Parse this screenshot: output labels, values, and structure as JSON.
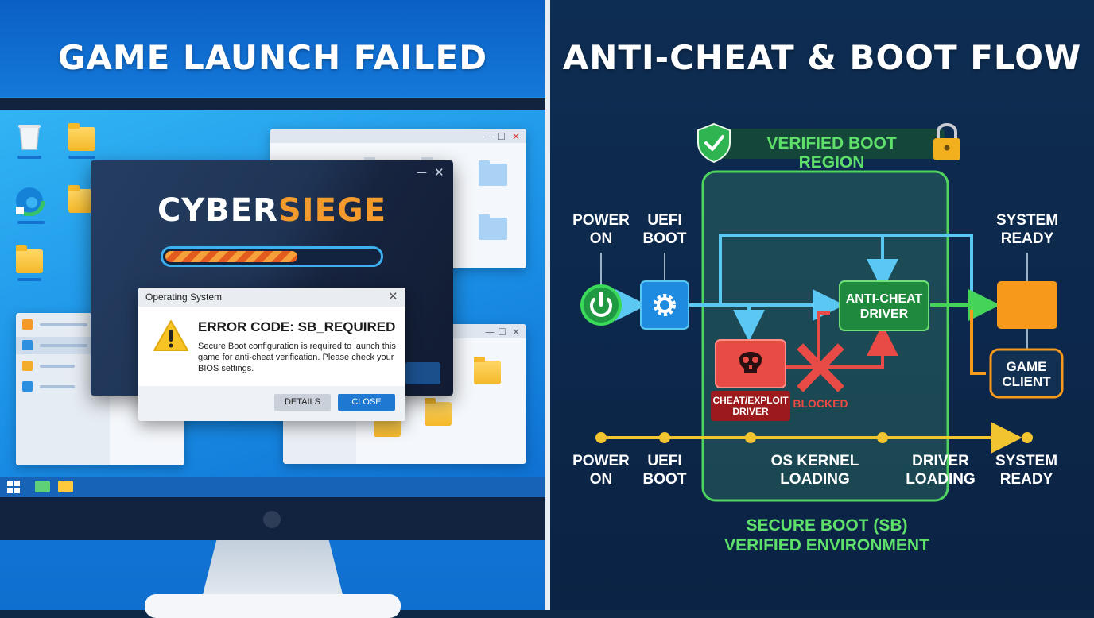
{
  "left_panel": {
    "title": "GAME LAUNCH FAILED",
    "launcher": {
      "logo_part1": "CYBER",
      "logo_part2": "SIEGE",
      "progress": 0.62,
      "minimize_glyph": "—",
      "close_glyph": "✕"
    },
    "dialog": {
      "title": "Operating System",
      "close_glyph": "✕",
      "icon": "warning-icon",
      "error_code": "ERROR CODE: SB_REQUIRED",
      "message": "Secure Boot configuration is required to launch this game for anti-cheat verification. Please check your BIOS settings.",
      "details_button": "DETAILS",
      "close_button": "CLOSE"
    },
    "window_controls": {
      "min": "—",
      "max": "☐",
      "close": "✕"
    }
  },
  "right_panel": {
    "title": "ANTI-CHEAT & BOOT FLOW",
    "region_label": "VERIFIED BOOT REGION",
    "nodes": {
      "power_on": "POWER\nON",
      "uefi_boot": "UEFI\nBOOT",
      "anti_cheat": "ANTI-CHEAT\nDRIVER",
      "system_ready": "SYSTEM\nREADY",
      "game_client": "GAME\nCLIENT",
      "cheat_driver": "CHEAT/EXPLOIT\nDRIVER",
      "blocked": "BLOCKED"
    },
    "timeline": [
      {
        "label": "POWER\nON"
      },
      {
        "label": "UEFI\nBOOT"
      },
      {
        "label": "OS KERNEL\nLOADING"
      },
      {
        "label": "DRIVER\nLOADING"
      },
      {
        "label": "SYSTEM\nREADY"
      }
    ],
    "footer_line1": "SECURE BOOT (SB)",
    "footer_line2": "VERIFIED ENVIRONMENT",
    "colors": {
      "green": "#46d35a",
      "cyan": "#5ac8f2",
      "red": "#e84a46",
      "orange": "#f79a1c",
      "yellow": "#f2c530",
      "blue_node": "#1e8ae0"
    }
  }
}
